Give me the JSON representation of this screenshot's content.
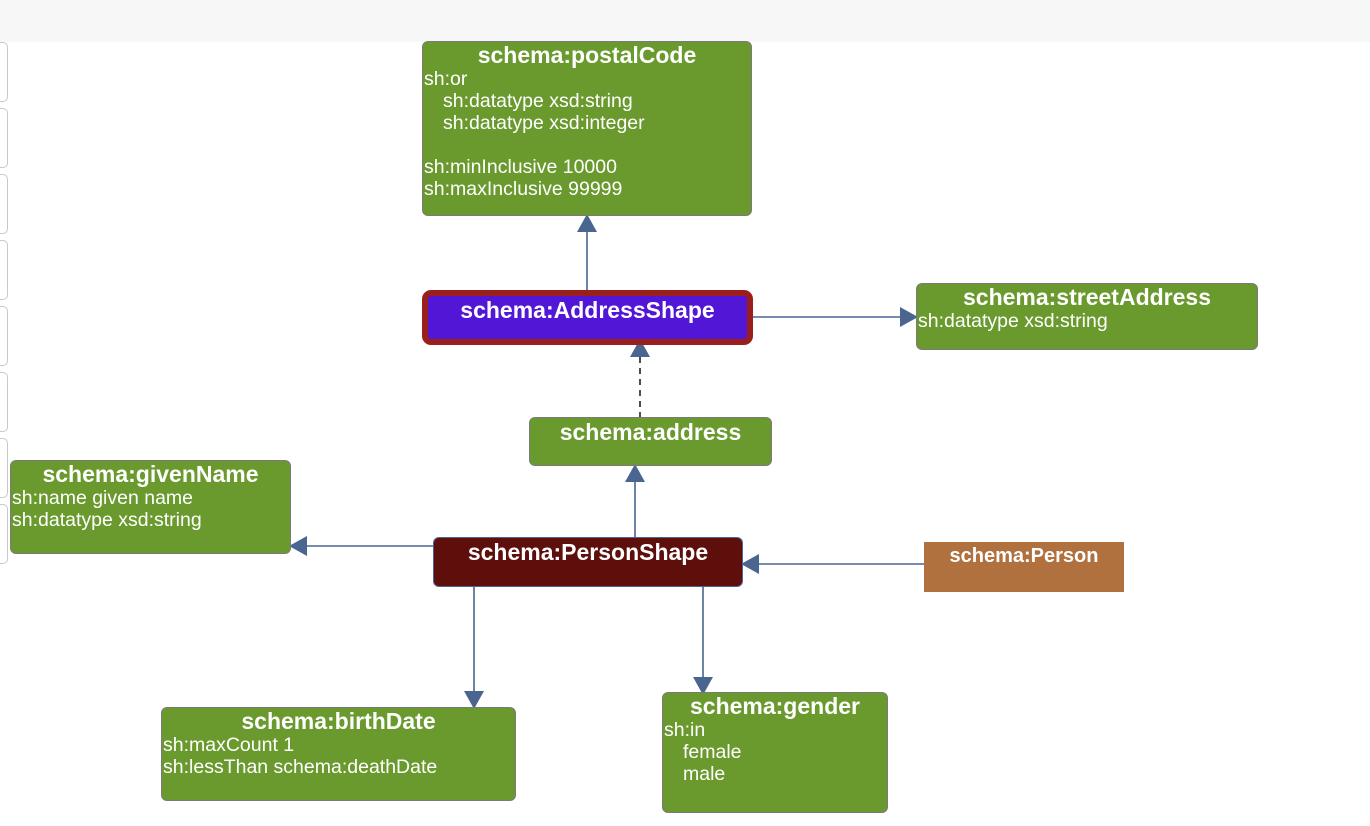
{
  "diagram": {
    "nodes": {
      "postalCode": {
        "title": "schema:postalCode",
        "lines": [
          "sh:or",
          "sh:datatype xsd:string",
          "sh:datatype xsd:integer",
          "sh:minInclusive 10000",
          "sh:maxInclusive 99999"
        ]
      },
      "addressShape": {
        "title": "schema:AddressShape"
      },
      "streetAddress": {
        "title": "schema:streetAddress",
        "lines": [
          "sh:datatype xsd:string"
        ]
      },
      "address": {
        "title": "schema:address"
      },
      "givenName": {
        "title": "schema:givenName",
        "lines": [
          "sh:name given name",
          "sh:datatype xsd:string"
        ]
      },
      "personShape": {
        "title": "schema:PersonShape"
      },
      "person": {
        "title": "schema:Person"
      },
      "birthDate": {
        "title": "schema:birthDate",
        "lines": [
          "sh:maxCount 1",
          "sh:lessThan schema:deathDate"
        ]
      },
      "gender": {
        "title": "schema:gender",
        "lines": [
          "sh:in",
          "female",
          "male"
        ]
      }
    },
    "edges": [
      {
        "from": "addressShape",
        "to": "postalCode",
        "style": "solid"
      },
      {
        "from": "addressShape",
        "to": "streetAddress",
        "style": "solid"
      },
      {
        "from": "address",
        "to": "addressShape",
        "style": "dashed"
      },
      {
        "from": "personShape",
        "to": "address",
        "style": "solid"
      },
      {
        "from": "personShape",
        "to": "givenName",
        "style": "solid"
      },
      {
        "from": "person",
        "to": "personShape",
        "style": "solid"
      },
      {
        "from": "personShape",
        "to": "birthDate",
        "style": "solid"
      },
      {
        "from": "personShape",
        "to": "gender",
        "style": "solid"
      }
    ],
    "colors": {
      "property_node": "#6a9a2e",
      "node_shape_fill": "#5216d6",
      "node_shape_border": "#9a1f1c",
      "person_shape_fill": "#5e0f0c",
      "class_node": "#b0713e",
      "edge": "#4a6690"
    }
  }
}
